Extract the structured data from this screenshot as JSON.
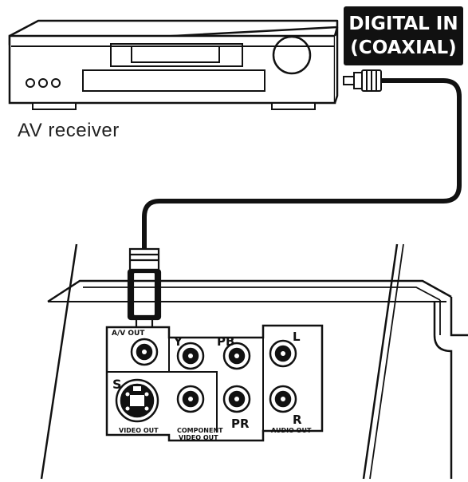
{
  "badge": {
    "line1": "DIGITAL IN",
    "line2": "(COAXIAL)"
  },
  "receiver": {
    "label": "AV receiver"
  },
  "panel": {
    "av_out": "A/V OUT",
    "s_label": "S",
    "y_label": "Y",
    "pb_label": "PB",
    "pr_label": "PR",
    "l_label": "L",
    "r_label": "R",
    "video_out": "VIDEO OUT",
    "component_line1": "COMPONENT",
    "component_line2": "VIDEO OUT",
    "audio_out": "AUDIO OUT"
  }
}
